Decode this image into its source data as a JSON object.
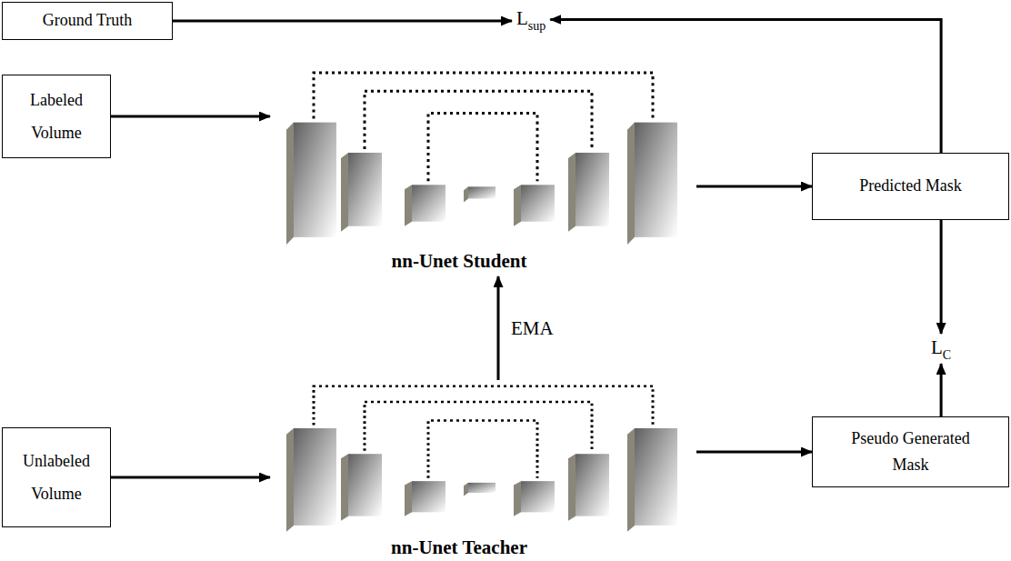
{
  "diagram": {
    "nodes": [
      {
        "text": [
          "Ground Truth"
        ]
      },
      {
        "text": [
          "L",
          "sup"
        ]
      },
      {
        "text": [
          "Labeled Volume"
        ]
      },
      {
        "text": [
          "nn-Unet Student"
        ]
      },
      {
        "text": [
          "Predicted Mask"
        ]
      },
      {
        "text": [
          "L",
          "C"
        ]
      },
      {
        "text": [
          "Unlabeled Volume"
        ]
      },
      {
        "text": [
          "nn-Unet Teacher"
        ]
      },
      {
        "text": [
          "Pseudo Generated Mask"
        ]
      }
    ],
    "edges": [
      {
        "from": 0,
        "to": 1,
        "arrow": "to"
      },
      {
        "from": 4,
        "to": 1,
        "arrow": "to"
      },
      {
        "from": 2,
        "to": 3,
        "arrow": "to"
      },
      {
        "from": 3,
        "to": 4,
        "arrow": "to"
      },
      {
        "from": 4,
        "to": 5,
        "arrow": "to"
      },
      {
        "from": 8,
        "to": 5,
        "arrow": "to"
      },
      {
        "from": 6,
        "to": 7,
        "arrow": "to"
      },
      {
        "from": 7,
        "to": 8,
        "arrow": "to"
      },
      {
        "from": 7,
        "to": 3,
        "label": "EMA",
        "arrow": "to"
      }
    ]
  }
}
